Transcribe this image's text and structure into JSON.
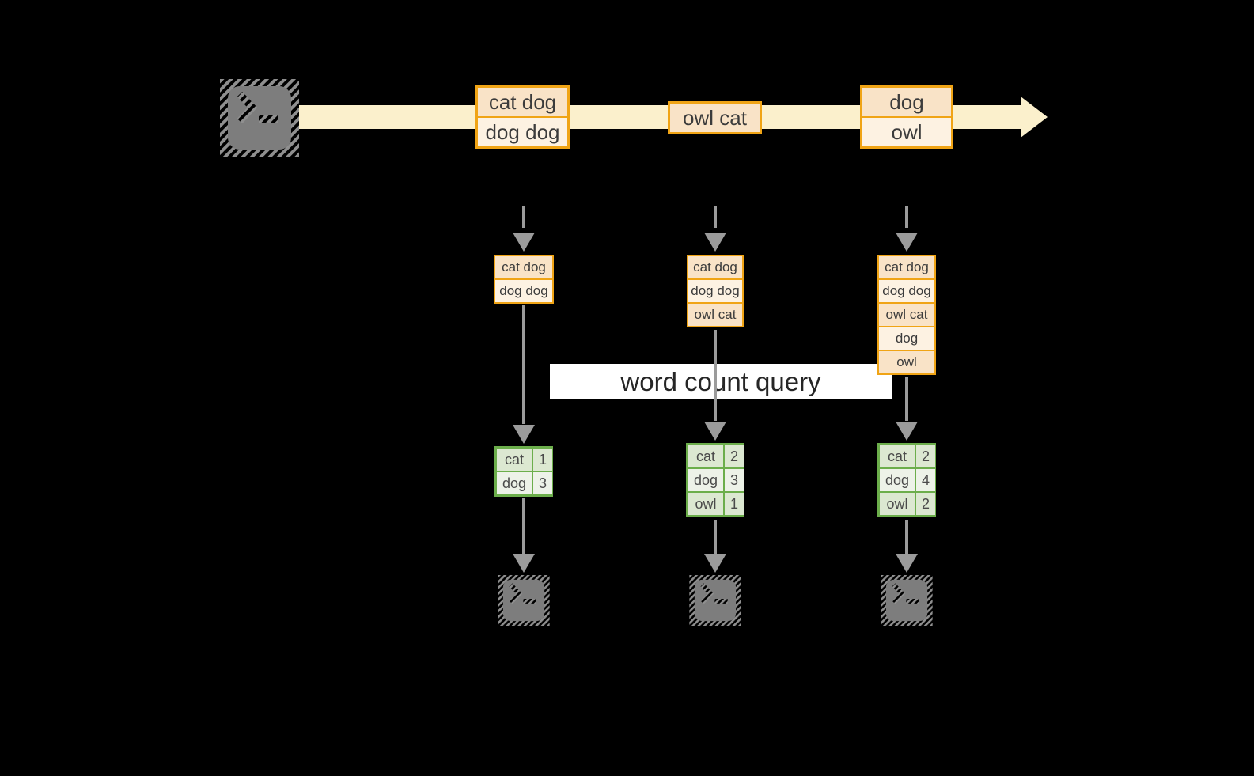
{
  "colors": {
    "background": "#000000",
    "stream_band": "#FBF0CC",
    "box_border": "#F0A415",
    "cell_peach": "#F9E3C7",
    "cell_cream": "#FDF2E2",
    "table_border": "#6CAE4B",
    "table_row_dark": "#DCE8D1",
    "table_row_light": "#EDF2E8",
    "arrow_gray": "#9B9B9B",
    "icon_gray": "#7D7D7D",
    "query_banner_bg": "#FFFFFF"
  },
  "stream": {
    "batches": [
      {
        "records": [
          "cat dog",
          "dog dog"
        ]
      },
      {
        "records": [
          "owl cat"
        ]
      },
      {
        "records": [
          "dog",
          "owl"
        ]
      }
    ]
  },
  "query": {
    "label": "word count query"
  },
  "columns": [
    {
      "input": [
        "cat dog",
        "dog dog"
      ],
      "result": [
        [
          "cat",
          "1"
        ],
        [
          "dog",
          "3"
        ]
      ]
    },
    {
      "input": [
        "cat dog",
        "dog dog",
        "owl cat"
      ],
      "result": [
        [
          "cat",
          "2"
        ],
        [
          "dog",
          "3"
        ],
        [
          "owl",
          "1"
        ]
      ]
    },
    {
      "input": [
        "cat dog",
        "dog dog",
        "owl cat",
        "dog",
        "owl"
      ],
      "result": [
        [
          "cat",
          "2"
        ],
        [
          "dog",
          "4"
        ],
        [
          "owl",
          "2"
        ]
      ]
    }
  ],
  "icons": {
    "source": "terminal-icon",
    "sinks": [
      "terminal-icon",
      "terminal-icon",
      "terminal-icon"
    ]
  }
}
